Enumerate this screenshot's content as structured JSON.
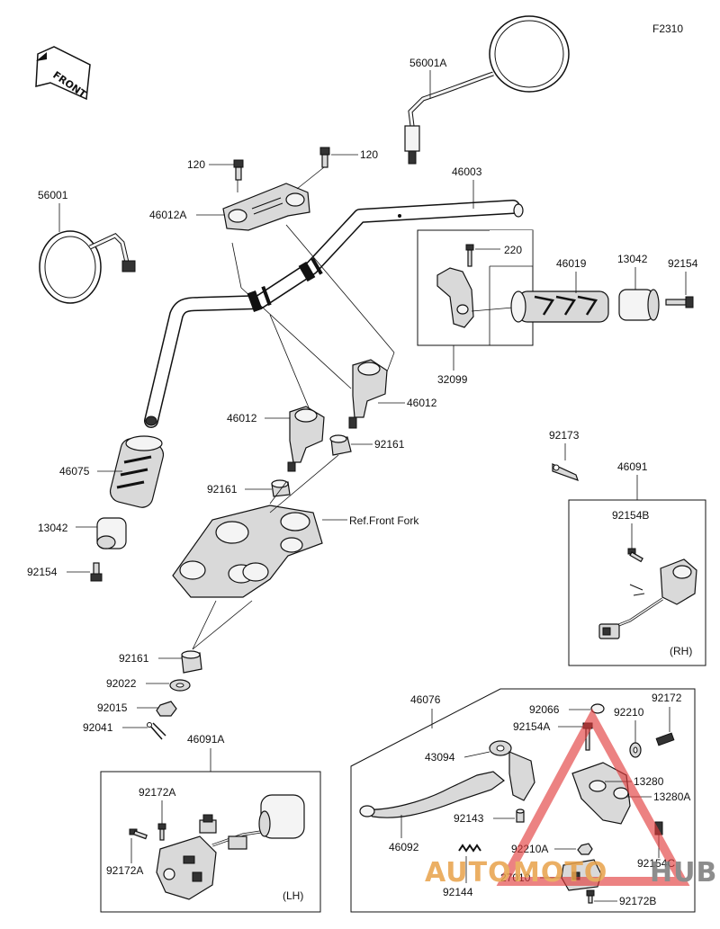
{
  "figure_code": "F2310",
  "front_label": "FRONT",
  "reference_label": "Ref.Front Fork",
  "rh_label": "(RH)",
  "lh_label": "(LH)",
  "watermark": {
    "text_part1": "AUTO",
    "text_part2": "MOTO",
    "text_part3": "HUB",
    "color_primary": "#e8a24a",
    "color_secondary": "#7a7a7a",
    "triangle_color": "#e23b3b"
  },
  "part_labels": {
    "p56001A": "56001A",
    "p120a": "120",
    "p120b": "120",
    "p46003": "46003",
    "p46012A": "46012A",
    "p56001": "56001",
    "p220": "220",
    "p46019": "46019",
    "p13042a": "13042",
    "p92154a": "92154",
    "p32099": "32099",
    "p46012a": "46012",
    "p46012b": "46012",
    "p92161a": "92161",
    "p46075": "46075",
    "p92161b": "92161",
    "p13042b": "13042",
    "p92154b": "92154",
    "p92173": "92173",
    "p46091": "46091",
    "p92154B": "92154B",
    "p92161c": "92161",
    "p92022": "92022",
    "p92015": "92015",
    "p92041": "92041",
    "p46076": "46076",
    "p92066": "92066",
    "p92172": "92172",
    "p92154A": "92154A",
    "p92210": "92210",
    "p43094": "43094",
    "p13280": "13280",
    "p13280A": "13280A",
    "p46091A": "46091A",
    "p92172Aa": "92172A",
    "p92172Ab": "92172A",
    "p92143": "92143",
    "p46092": "46092",
    "p92210A": "92210A",
    "p92154C": "92154C",
    "p27010": "27010",
    "p92144": "92144",
    "p92172B": "92172B"
  }
}
